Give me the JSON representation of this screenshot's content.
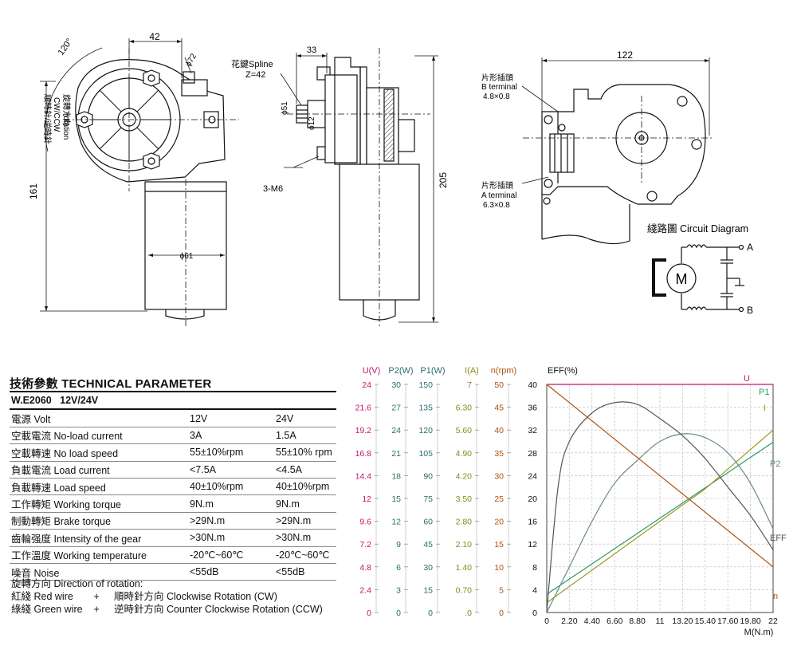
{
  "drawing": {
    "dims": {
      "d42": "42",
      "d120": "120°",
      "phi72": "ϕ72",
      "rotation_cn": "旋轉方向",
      "rotation_en": "rotation",
      "rotation_dir": "CW/CCW",
      "rotation_cn2": "順時針/逆時針",
      "d161": "161",
      "phi61": "ϕ61",
      "d33": "33",
      "spline_label": "花鍵Spline",
      "spline_z": "Z=42",
      "phi51": "ϕ51",
      "phi12": "ϕ12",
      "m6": "3-M6",
      "d205": "205",
      "d122": "122",
      "b_term_cn": "片形插頭",
      "b_term_en": "B terminal",
      "b_term_size": "4.8×0.8",
      "a_term_cn": "片形插頭",
      "a_term_en": "A terminal",
      "a_term_size": "6.3×0.8"
    },
    "circuit": {
      "title": "綫路圖 Circuit Diagram",
      "motor": "M",
      "a": "A",
      "b": "B"
    }
  },
  "parameters": {
    "title": "技術參數 TECHNICAL PARAMETER",
    "model": "W.E2060",
    "model_voltage": "12V/24V",
    "rows": [
      {
        "label": "電源 Volt",
        "v12": "12V",
        "v24": "24V"
      },
      {
        "label": "空載電流 No-load current",
        "v12": "3A",
        "v24": "1.5A"
      },
      {
        "label": "空載轉速 No load speed",
        "v12": "55±10%rpm",
        "v24": "55±10% rpm"
      },
      {
        "label": "負載電流 Load current",
        "v12": "<7.5A",
        "v24": "<4.5A"
      },
      {
        "label": "負載轉速 Load speed",
        "v12": "40±10%rpm",
        "v24": "40±10%rpm"
      },
      {
        "label": "工作轉矩 Working torque",
        "v12": "9N.m",
        "v24": "9N.m"
      },
      {
        "label": "制動轉矩 Brake torque",
        "v12": ">29N.m",
        "v24": ">29N.m"
      },
      {
        "label": "齒輪强度 Intensity of the gear",
        "v12": ">30N.m",
        "v24": ">30N.m"
      },
      {
        "label": "工作溫度 Working temperature",
        "v12": "-20℃~60℃",
        "v24": "-20℃~60℃"
      },
      {
        "label": "噪音 Noise",
        "v12": "<55dB",
        "v24": "<55dB"
      }
    ],
    "direction_title": "旋轉方向 Direction of rotation:",
    "red_wire": "紅綫 Red wire",
    "green_wire": "綠綫 Green wire",
    "plus": "+",
    "cw": "順時針方向 Clockwise Rotation (CW)",
    "ccw": "逆時針方向 Counter Clockwise Rotation (CCW)"
  },
  "chart_data": {
    "type": "line",
    "xlabel": "M(N.m)",
    "x_ticks": [
      "0",
      "2.20",
      "4.40",
      "6.60",
      "8.80",
      "11",
      "13.20",
      "15.40",
      "17.60",
      "19.80",
      "22"
    ],
    "xlim": [
      0,
      22
    ],
    "axes": [
      {
        "name": "U(V)",
        "color": "#c8146e",
        "ticks": [
          "0",
          "2.4",
          "4.8",
          "7.2",
          "9.6",
          "12",
          "14.4",
          "16.8",
          "19.2",
          "21.6",
          "24"
        ]
      },
      {
        "name": "P2(W)",
        "color": "#2a6e6e",
        "ticks": [
          "0",
          "3",
          "6",
          "9",
          "12",
          "15",
          "18",
          "21",
          "24",
          "27",
          "30"
        ]
      },
      {
        "name": "P1(W)",
        "color": "#2a6e6e",
        "ticks": [
          "0",
          "15",
          "30",
          "45",
          "60",
          "75",
          "90",
          "105",
          "120",
          "135",
          "150"
        ]
      },
      {
        "name": "I(A)",
        "color": "#8a8a1e",
        "ticks": [
          ".0",
          "0.70",
          "1.40",
          "2.10",
          "2.80",
          "3.50",
          "4.20",
          "4.90",
          "5.60",
          "6.30",
          "7"
        ]
      },
      {
        "name": "n(rpm)",
        "color": "#b05010",
        "ticks": [
          "0",
          "5",
          "10",
          "15",
          "20",
          "25",
          "30",
          "35",
          "40",
          "45",
          "50"
        ]
      },
      {
        "name": "EFF(%)",
        "color": "#111111",
        "ticks": [
          "0",
          "4",
          "8",
          "12",
          "16",
          "20",
          "24",
          "28",
          "32",
          "36",
          "40"
        ]
      }
    ],
    "series": [
      {
        "name": "U",
        "color": "#c8146e",
        "x": [
          0,
          22
        ],
        "y": [
          24,
          24
        ]
      },
      {
        "name": "P1",
        "color": "#2a9a6a",
        "x": [
          0,
          2.2,
          4.4,
          6.6,
          8.8,
          11,
          13.2,
          15.4,
          17.6,
          19.8,
          22
        ],
        "y": [
          12,
          22,
          32,
          42,
          52,
          62,
          72,
          82,
          92,
          102,
          112
        ]
      },
      {
        "name": "I",
        "color": "#9a9a20",
        "x": [
          0,
          2.2,
          4.4,
          6.6,
          8.8,
          11,
          13.2,
          15.4,
          17.6,
          19.8,
          22
        ],
        "y": [
          0.3,
          0.8,
          1.3,
          1.8,
          2.3,
          2.8,
          3.3,
          3.8,
          4.4,
          5.0,
          5.6
        ]
      },
      {
        "name": "P2",
        "color": "#6a8a8a",
        "x": [
          0,
          2.2,
          4.4,
          6.6,
          8.8,
          11,
          13.2,
          15.4,
          17.6,
          19.8,
          22
        ],
        "y": [
          0,
          6,
          12,
          17,
          20,
          22.5,
          23.5,
          23,
          21,
          17,
          11
        ]
      },
      {
        "name": "EFF",
        "color": "#555555",
        "x": [
          0,
          1.1,
          2.2,
          4.4,
          6.6,
          8.8,
          11,
          13.2,
          15.4,
          17.6,
          19.8,
          22
        ],
        "y": [
          0,
          22,
          30,
          35,
          36.8,
          36.5,
          34,
          31,
          27,
          22,
          17,
          11
        ]
      },
      {
        "name": "n",
        "color": "#b05010",
        "x": [
          0,
          22
        ],
        "y": [
          50,
          10
        ]
      }
    ],
    "grid": true
  }
}
